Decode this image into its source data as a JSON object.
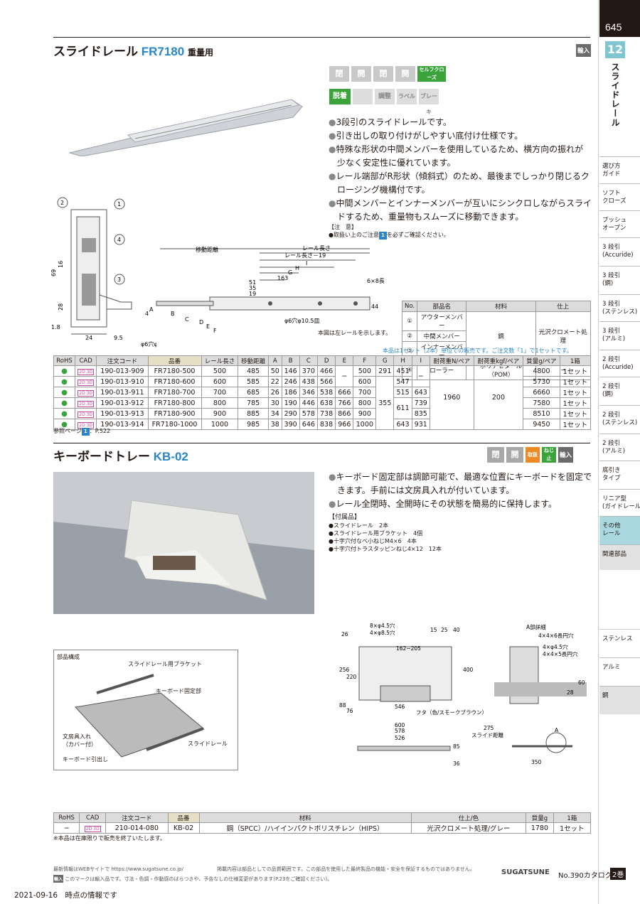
{
  "sidebar": {
    "page_number": "645",
    "chapter_number": "12",
    "chapter_title": "スライドレール",
    "nav": [
      {
        "label": "選び方\nガイド"
      },
      {
        "label": "ソフト\nクローズ"
      },
      {
        "label": "プッシュ\nオープン"
      },
      {
        "label": "3 段引\n(Accuride)"
      },
      {
        "label": "3 段引\n(鋼)"
      },
      {
        "label": "3 段引\n(ステンレス)"
      },
      {
        "label": "3 段引\n(アルミ)"
      },
      {
        "label": "2 段引\n(Accuride)"
      },
      {
        "label": "2 段引\n(鋼)"
      },
      {
        "label": "2 段引\n(ステンレス)"
      },
      {
        "label": "2 段引\n(アルミ)"
      },
      {
        "label": "底引き\nタイプ"
      },
      {
        "label": "リニア型\n(ガイドレール)"
      },
      {
        "label": "その他\nレール"
      },
      {
        "label": "関連部品"
      }
    ],
    "materials": [
      "ステンレス",
      "アルミ",
      "鋼"
    ]
  },
  "s1": {
    "title_jp": "スライドレール",
    "title_code": "FR7180",
    "title_sub": "重量用",
    "badge": "輸入",
    "icons": [
      "閉",
      "開",
      "閉",
      "開",
      "セルフクローズ",
      "脱着",
      "",
      "調整",
      "ラベル",
      "ブレーキ"
    ],
    "bullets": [
      "3段引のスライドレールです。",
      "引き出しの取り付けがしやすい底付け仕様です。",
      "特殊な形状の中間メンバーを使用しているため、横方向の振れが少なく安定性に優れています。",
      "レール端部がR形状（傾斜式）のため、最後までしっかり閉じるクロージング機構付です。",
      "中間メンバーとインナーメンバーが互いにシンクロしながらスライドするため、重量物もスムーズに移動できます。"
    ],
    "caution_title": "【注　意】",
    "caution_text": "●取扱い上のご注意",
    "caution_ref": "1",
    "caution_tail": "を必ずご確認ください。",
    "dims": {
      "len": "レール長さ",
      "len19": "レール長さ－19",
      "move": "移動距離",
      "I": "I",
      "H": "H",
      "G": "G",
      "163": "163",
      "51": "51",
      "35": "35",
      "19": "19",
      "A": "A",
      "B": "B",
      "C": "C",
      "D": "D",
      "E": "E",
      "F": "F",
      "24": "24",
      "95": "9.5",
      "69": "69",
      "16": "16",
      "28": "28",
      "18": "1.8",
      "4": "4",
      "44": "44",
      "hole6x8": "6×8長円穴",
      "hole6": "φ6穴φ9.5皿",
      "hole6b": "φ6穴φ10.5皿",
      "left": "本図は左レールを示します。",
      "c1": "1",
      "c2": "2",
      "c3": "3",
      "c4": "4"
    },
    "parts_header": [
      "No.",
      "部品名",
      "材料",
      "仕上"
    ],
    "parts": [
      {
        "no": "①",
        "name": "アウターメンバー"
      },
      {
        "no": "②",
        "name": "中間メンバー",
        "mat": "鋼",
        "fin": "光沢クロメート処理"
      },
      {
        "no": "③",
        "name": "インナーメンバー"
      },
      {
        "no": "④",
        "name": "ローラー",
        "mat": "ポリアセタール（POM）",
        "fin": "−"
      }
    ],
    "sale_note": "本品は1セット（2本）単位での販売です。ご注文数「1」で1セットです。",
    "table_header": [
      "RoHS",
      "CAD",
      "注文コード",
      "品番",
      "レール長さ",
      "移動距離",
      "A",
      "B",
      "C",
      "D",
      "E",
      "F",
      "G",
      "H",
      "I",
      "耐荷重N/ペア",
      "耐荷重kgf/ペア",
      "質量g/ペア",
      "1箱"
    ],
    "rows": [
      {
        "code": "190-013-909",
        "pn": "FR7180-500",
        "len": "500",
        "move": "485",
        "A": "50",
        "B": "146",
        "C": "370",
        "D": "466",
        "E": "",
        "F": "500",
        "G": "291",
        "H": "451",
        "I": "",
        "mass": "4800",
        "box": "1セット"
      },
      {
        "code": "190-013-910",
        "pn": "FR7180-600",
        "len": "600",
        "move": "585",
        "A": "22",
        "B": "246",
        "C": "438",
        "D": "566",
        "E": "",
        "F": "600",
        "G": "",
        "H": "547",
        "I": "",
        "mass": "5730",
        "box": "1セット"
      },
      {
        "code": "190-013-911",
        "pn": "FR7180-700",
        "len": "700",
        "move": "685",
        "A": "26",
        "B": "186",
        "C": "346",
        "D": "538",
        "E": "666",
        "F": "700",
        "G": "",
        "H": "515",
        "I": "643",
        "mass": "6660",
        "box": "1セット"
      },
      {
        "code": "190-013-912",
        "pn": "FR7180-800",
        "len": "800",
        "move": "785",
        "A": "30",
        "B": "190",
        "C": "446",
        "D": "638",
        "E": "766",
        "F": "800",
        "G": "",
        "H": "",
        "I": "739",
        "mass": "7580",
        "box": "1セット"
      },
      {
        "code": "190-013-913",
        "pn": "FR7180-900",
        "len": "900",
        "move": "885",
        "A": "34",
        "B": "290",
        "C": "578",
        "D": "738",
        "E": "866",
        "F": "900",
        "G": "",
        "H": "",
        "I": "835",
        "mass": "8510",
        "box": "1セット"
      },
      {
        "code": "190-013-914",
        "pn": "FR7180-1000",
        "len": "1000",
        "move": "985",
        "A": "38",
        "B": "390",
        "C": "646",
        "D": "838",
        "E": "966",
        "F": "1000",
        "G": "",
        "H": "643",
        "I": "931",
        "mass": "9450",
        "box": "1セット"
      }
    ],
    "merged": {
      "E12": "−",
      "I12": "−",
      "G": "355",
      "H45": "611",
      "N": "1960",
      "kgf": "200"
    },
    "ref_page_label": "参照ページ",
    "ref_page_num": "1",
    "ref_page_tail": "：P.522"
  },
  "s2": {
    "title_jp": "キーボードトレー",
    "title_code": "KB-02",
    "badge": "輸入",
    "icons": [
      "閉",
      "開",
      "取扱",
      "ねじ止"
    ],
    "bullets": [
      "キーボード固定部は調節可能で、最適な位置にキーボードを固定できます。手前には文房具入れが付いています。",
      "レール全閉時、全開時にその状態を簡易的に保持します。"
    ],
    "acc_title": "【付属品】",
    "acc": [
      "●スライドレール　2本",
      "●スライドレール用ブラケット　4個",
      "●十字穴付なべ小ねじM4×6　4本",
      "●十字穴付トラスタッピンねじ4×12　12本"
    ],
    "parts_caption": "部品構成",
    "parts_labels": [
      "スライドレール用ブラケット",
      "キーボード固定部",
      "文房具入れ\n（カバー付）",
      "スライドレール",
      "キーボード引出し"
    ],
    "dims": {
      "h1": "8×φ4.5穴",
      "h2": "4×φ8.5穴",
      "d26": "26",
      "d162": "162−205",
      "d15": "15",
      "d25": "25",
      "d40": "40",
      "d256": "256",
      "d220": "220",
      "d400": "400",
      "d88": "88",
      "d76": "76",
      "d546": "546",
      "lid": "フタ（色/スモークブラウン）",
      "d600": "600",
      "d578": "578",
      "d526": "526",
      "d85": "85",
      "d36": "36",
      "d275": "275",
      "slide": "スライド距離",
      "d350": "350",
      "adetail": "A部詳細",
      "h3": "4×4×6長円穴",
      "h4": "4×φ4.5穴",
      "h5": "4×4×5長円穴",
      "d28": "28",
      "d60": "60",
      "A": "A"
    },
    "table_header": [
      "RoHS",
      "CAD",
      "注文コード",
      "品番",
      "材料",
      "仕上/色",
      "質量g",
      "1箱"
    ],
    "row": {
      "rohs": "−",
      "code": "210-014-080",
      "pn": "KB-02",
      "mat": "鋼（SPCC）/ハイインパクトポリスチレン（HIPS）",
      "fin": "光沢クロメート処理/グレー",
      "mass": "1780",
      "box": "1セット"
    },
    "discontinued": "※本品は在庫限りで販売を終了いたします。"
  },
  "footer": {
    "web": "最新情報はWEBサイトで https://www.sugatsune.co.jp/",
    "disclaimer": "掲載内容は部品としての品質範囲です。この部品を使用した最終製品の機能・安全を保証するものではありません。",
    "import_badge": "輸入",
    "import_text": "このマークは輸入品です。寸法・色調・作動感のばらつきや、予告なしの仕様変更があります(P.23をご確認ください)。",
    "brand": "SUGATSUNE",
    "catalog": "No.390カタログ",
    "vol": "2巻",
    "date": "2021-09-16　時点の情報です"
  },
  "colors": {
    "accent": "#2a86c9",
    "chapter": "#7fc6d2",
    "active_nav": "#aad8df",
    "rohs": "#3aa43a",
    "cad": "#c04ba0"
  }
}
